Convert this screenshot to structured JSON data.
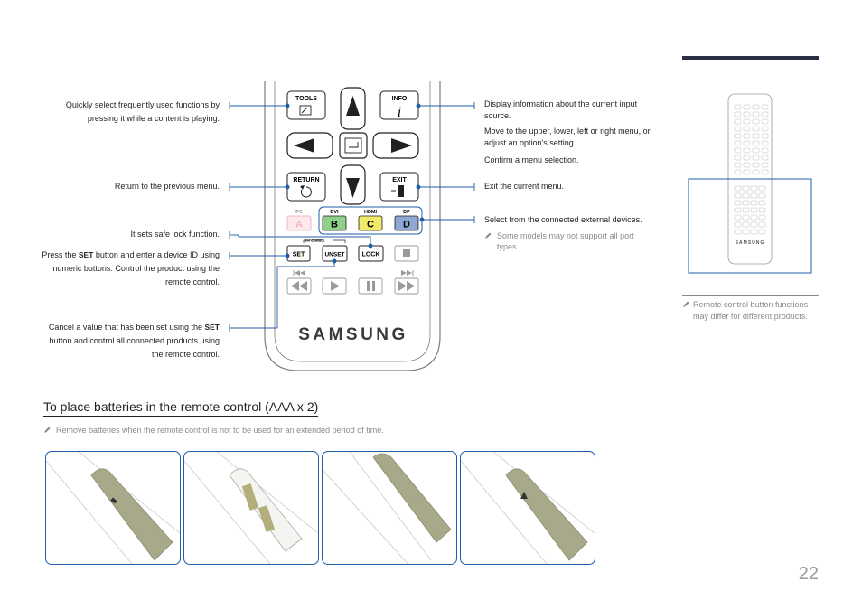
{
  "remote": {
    "buttons": {
      "tools": "TOOLS",
      "info": "INFO",
      "return": "RETURN",
      "exit": "EXIT",
      "pc": "PC",
      "dvi": "DVI",
      "hdmi": "HDMI",
      "dp": "DP",
      "a": "A",
      "b": "B",
      "c": "C",
      "d": "D",
      "ir_control": "IR control",
      "set": "SET",
      "unset": "UNSET",
      "lock": "LOCK"
    },
    "brand": "SAMSUNG"
  },
  "callouts": {
    "tools": "Quickly select frequently used functions by pressing it while a content is playing.",
    "return": "Return to the previous menu.",
    "lock": "It sets safe lock function.",
    "set_prefix": "Press the ",
    "set_bold": "SET",
    "set_suffix": " button and enter a device ID using numeric buttons. Control the product using the remote control.",
    "unset_prefix": "Cancel a value that has been set using the ",
    "unset_bold": "SET",
    "unset_suffix": " button and control all connected products using the remote control.",
    "info": "Display information about the current input source.",
    "arrows": "Move to the upper, lower, left or right menu, or adjust an option's setting.",
    "enter": "Confirm a menu selection.",
    "exit": "Exit the current menu.",
    "sources": "Select from the connected external devices.",
    "sources_note": "Some models may not support all port types."
  },
  "side": {
    "brand": "SAMSUNG",
    "note": "Remote control button functions may differ for different products."
  },
  "section": {
    "title": "To place batteries in the remote control (AAA x 2)",
    "note": "Remove batteries when the remote control is not to be used for an extended period of time."
  },
  "page_number": "22",
  "colors": {
    "accent_blue": "#1d5ea8",
    "button_a": "#f4c5cc",
    "button_b": "#8fd08a",
    "button_c": "#f1eb6a",
    "button_d": "#8ea8d6",
    "battery_cover": "#a8a98a"
  }
}
